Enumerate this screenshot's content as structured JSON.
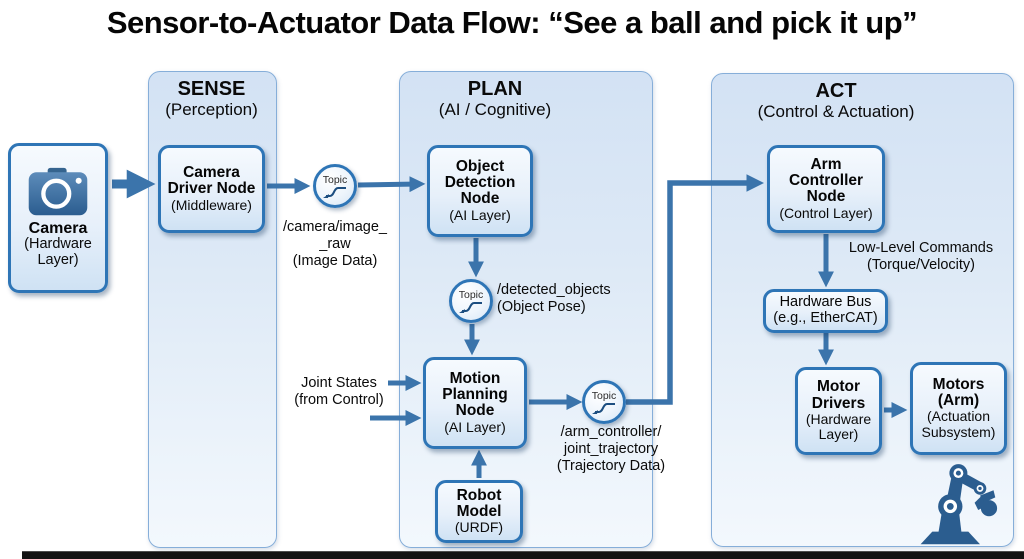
{
  "title": "Sensor-to-Actuator Data Flow: “See a ball and pick it up”",
  "panels": {
    "sense": {
      "title": "SENSE",
      "subtitle": "(Perception)"
    },
    "plan": {
      "title": "PLAN",
      "subtitle": "(AI / Cognitive)"
    },
    "act": {
      "title": "ACT",
      "subtitle": "(Control & Actuation)"
    }
  },
  "nodes": {
    "camera": {
      "name": "Camera",
      "sublabel": "(Hardware Layer)"
    },
    "camera_driver": {
      "name": "Camera Driver Node",
      "sublabel": "(Middleware)"
    },
    "object_detection": {
      "name": "Object Detection Node",
      "sublabel": "(AI Layer)"
    },
    "motion_planning": {
      "name": "Motion Planning Node",
      "sublabel": "(AI Layer)"
    },
    "robot_model": {
      "name": "Robot Model",
      "sublabel": "(URDF)"
    },
    "arm_controller": {
      "name": "Arm Controller Node",
      "sublabel": "(Control Layer)"
    },
    "hardware_bus": {
      "name": "Hardware Bus",
      "sublabel": "(e.g., EtherCAT)"
    },
    "motor_drivers": {
      "name": "Motor Drivers",
      "sublabel": "(Hardware\nLayer)"
    },
    "motors_arm": {
      "name": "Motors (Arm)",
      "sublabel": "(Actuation\nSubsystem)"
    }
  },
  "topics": {
    "badge": "Topic",
    "image_raw": "/camera/image_\n_raw\n(Image Data)",
    "detected_objects": "/detected_objects\n(Object Pose)",
    "joint_trajectory": "/arm_controller/\njoint_trajectory\n(Trajectory Data)"
  },
  "annotations": {
    "joint_states": "Joint States\n(from Control)",
    "low_level": "Low-Level Commands\n(Torque/Velocity)"
  },
  "icons": {
    "camera": "camera-icon",
    "topic": "topic-signal-icon",
    "robot_arm": "robot-arm-icon"
  },
  "colors": {
    "node_border": "#2e75b6",
    "arrow": "#3b74ab",
    "panel_border": "#86aed9",
    "panel_fill_top": "#d3e2f4",
    "icon_dark_blue": "#2b5d8f"
  }
}
